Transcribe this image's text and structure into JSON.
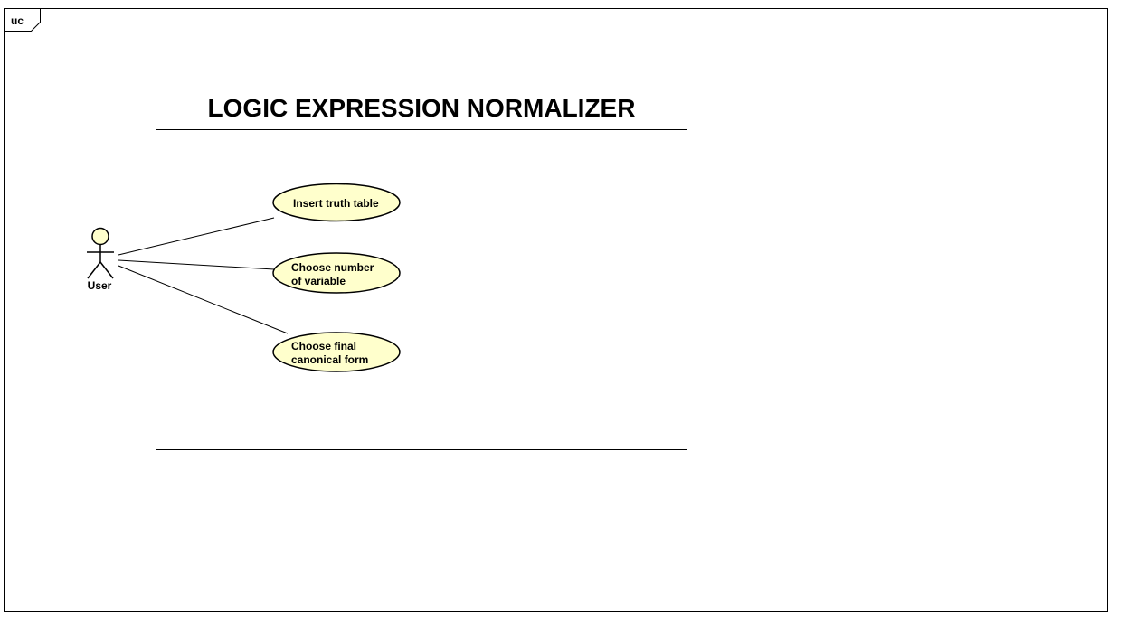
{
  "frame": {
    "kind_label": "uc"
  },
  "system": {
    "title": "LOGIC EXPRESSION NORMALIZER"
  },
  "actor": {
    "name": "User"
  },
  "use_cases": [
    {
      "lines": [
        "Insert truth table"
      ]
    },
    {
      "lines": [
        "Choose number",
        "of variable"
      ]
    },
    {
      "lines": [
        "Choose final",
        "canonical form"
      ]
    }
  ]
}
